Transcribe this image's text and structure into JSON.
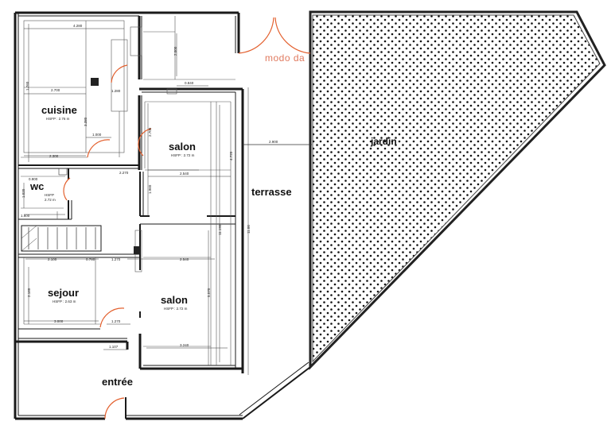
{
  "watermark": "modo da",
  "rooms": {
    "cuisine": {
      "name": "cuisine",
      "hsfp": "HSFP : 2.76 m"
    },
    "salon_top": {
      "name": "salon",
      "hsfp": "HSFP : 2.72 m"
    },
    "wc": {
      "name": "wc",
      "hsfp_line1": "HSFP",
      "hsfp_line2": "2.72 m"
    },
    "sejour": {
      "name": "sejour",
      "hsfp": "HSFP : 2.63 m"
    },
    "salon_bottom": {
      "name": "salon",
      "hsfp": "HSFP : 2.72 m"
    },
    "entree": {
      "name": "entrée"
    },
    "terrasse": {
      "name": "terrasse"
    },
    "jardin": {
      "name": "jardin"
    }
  },
  "dimensions": {
    "kitchen_width": "4.280",
    "kitchen_inner": "2.700",
    "kitchen_bottom": "2.300",
    "kitchen_small": "1.000",
    "kitchen_h1": "1.760",
    "kitchen_h2": "1.280",
    "kitchen_h3": "3.380",
    "corridor_top": "2.000",
    "corridor_small": "0.840",
    "salon_top_width": "2.270",
    "salon_top_inner": "2.540",
    "salon_h": "2.700",
    "salon_h2": "1.960",
    "wc_w": "0.900",
    "wc_h": "1.020",
    "wc_bottom": "1.600",
    "terrace_h": "11.00",
    "terrace_gap": "2.900",
    "stairs_w": "2.100",
    "sejour_w2": "0.780",
    "salon_bottom_w1": "1.270",
    "salon_bottom_w2": "2.540",
    "sejour_h": "2.160",
    "sejour_bottom": "3.000",
    "door_w": "1.270",
    "salon_bottom_h": "5.570",
    "salon_bottom_h2": "11.190",
    "entry_door": "1.107",
    "salon_bottom_base": "3.240",
    "salon_right": "4.720"
  }
}
